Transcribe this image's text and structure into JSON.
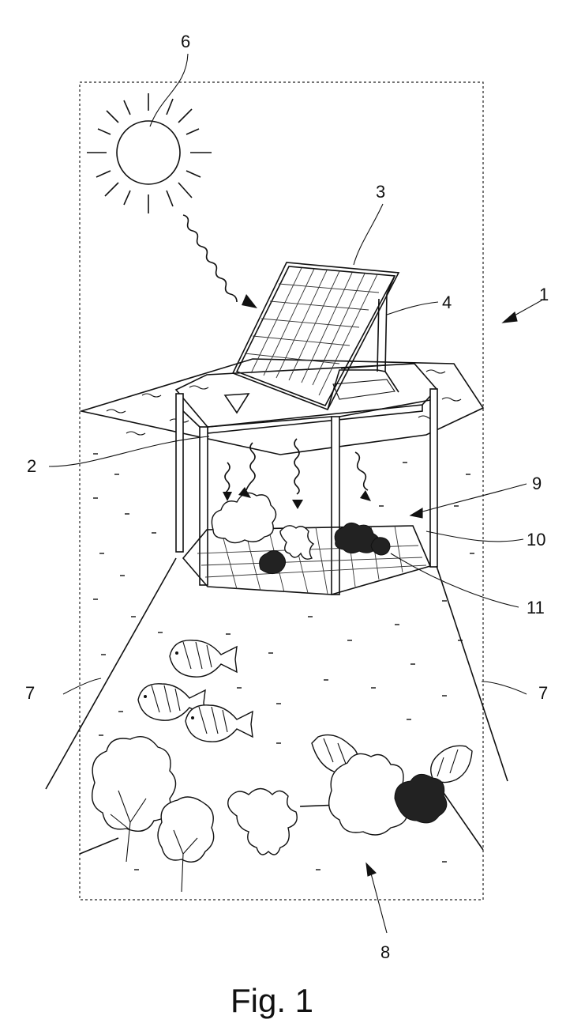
{
  "labels": {
    "r1": "1",
    "r2": "2",
    "r3": "3",
    "r4": "4",
    "r6": "6",
    "r7_left": "7",
    "r7_right": "7",
    "r8": "8",
    "r9": "9",
    "r10": "10",
    "r11": "11"
  },
  "caption": "Fig. 1"
}
